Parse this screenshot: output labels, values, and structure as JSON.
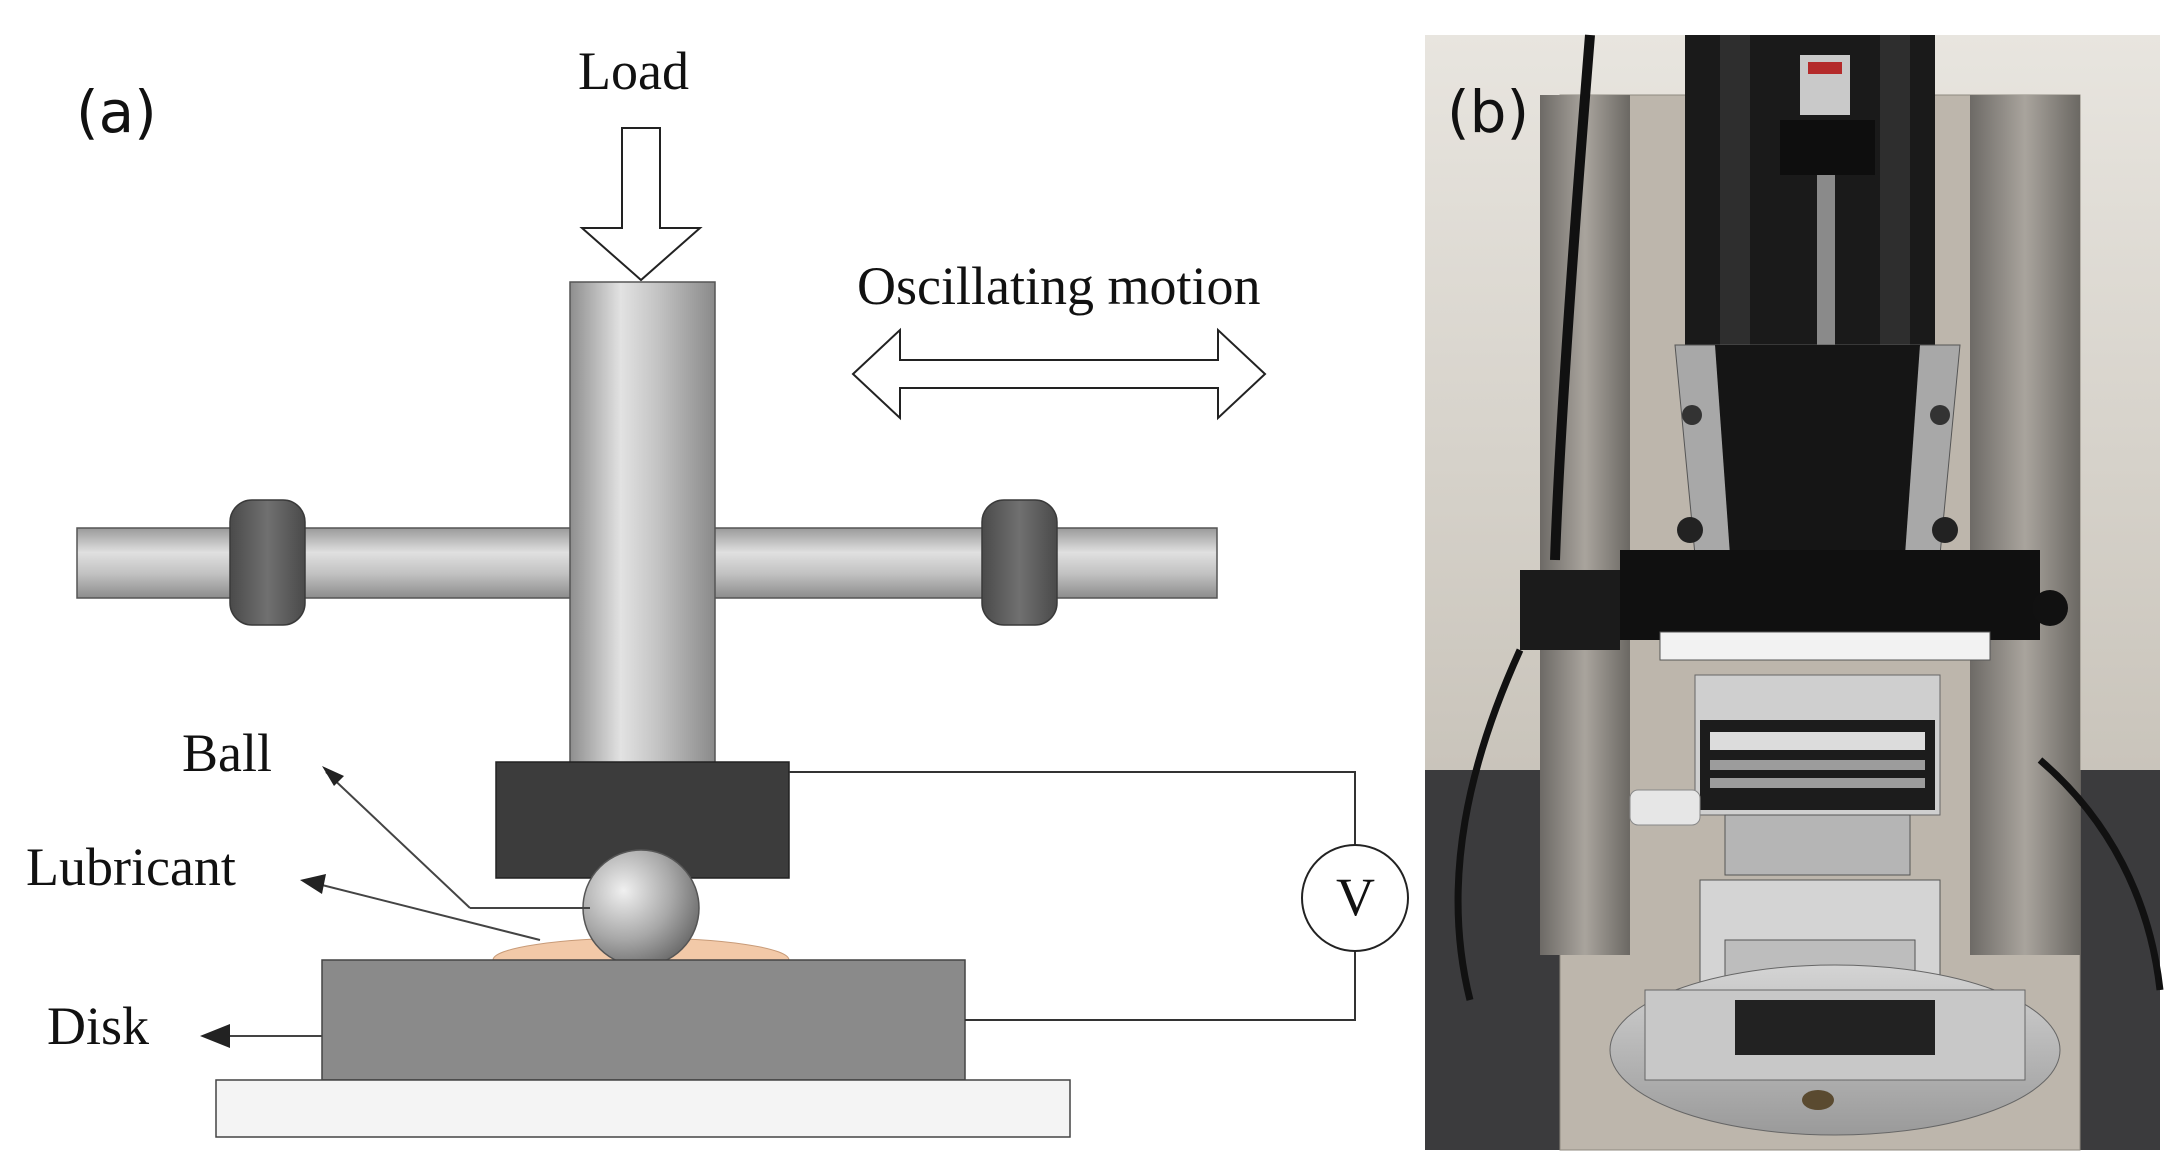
{
  "panel_a": {
    "label": "(a)",
    "load_label": "Load",
    "motion_label": "Oscillating motion",
    "ball_label": "Ball",
    "lubricant_label": "Lubricant",
    "disk_label": "Disk",
    "voltmeter_label": "V"
  },
  "panel_b": {
    "label": "(b)"
  },
  "colors": {
    "rod_gray": "#b8b8b8",
    "holder_dark": "#3c3c3c",
    "clamp_dark": "#5e5e5e",
    "disk_gray": "#8a8a8a",
    "base_white": "#f4f4f4",
    "lubricant": "#f2c9a8",
    "photo_bg": "#d9d6d0"
  }
}
